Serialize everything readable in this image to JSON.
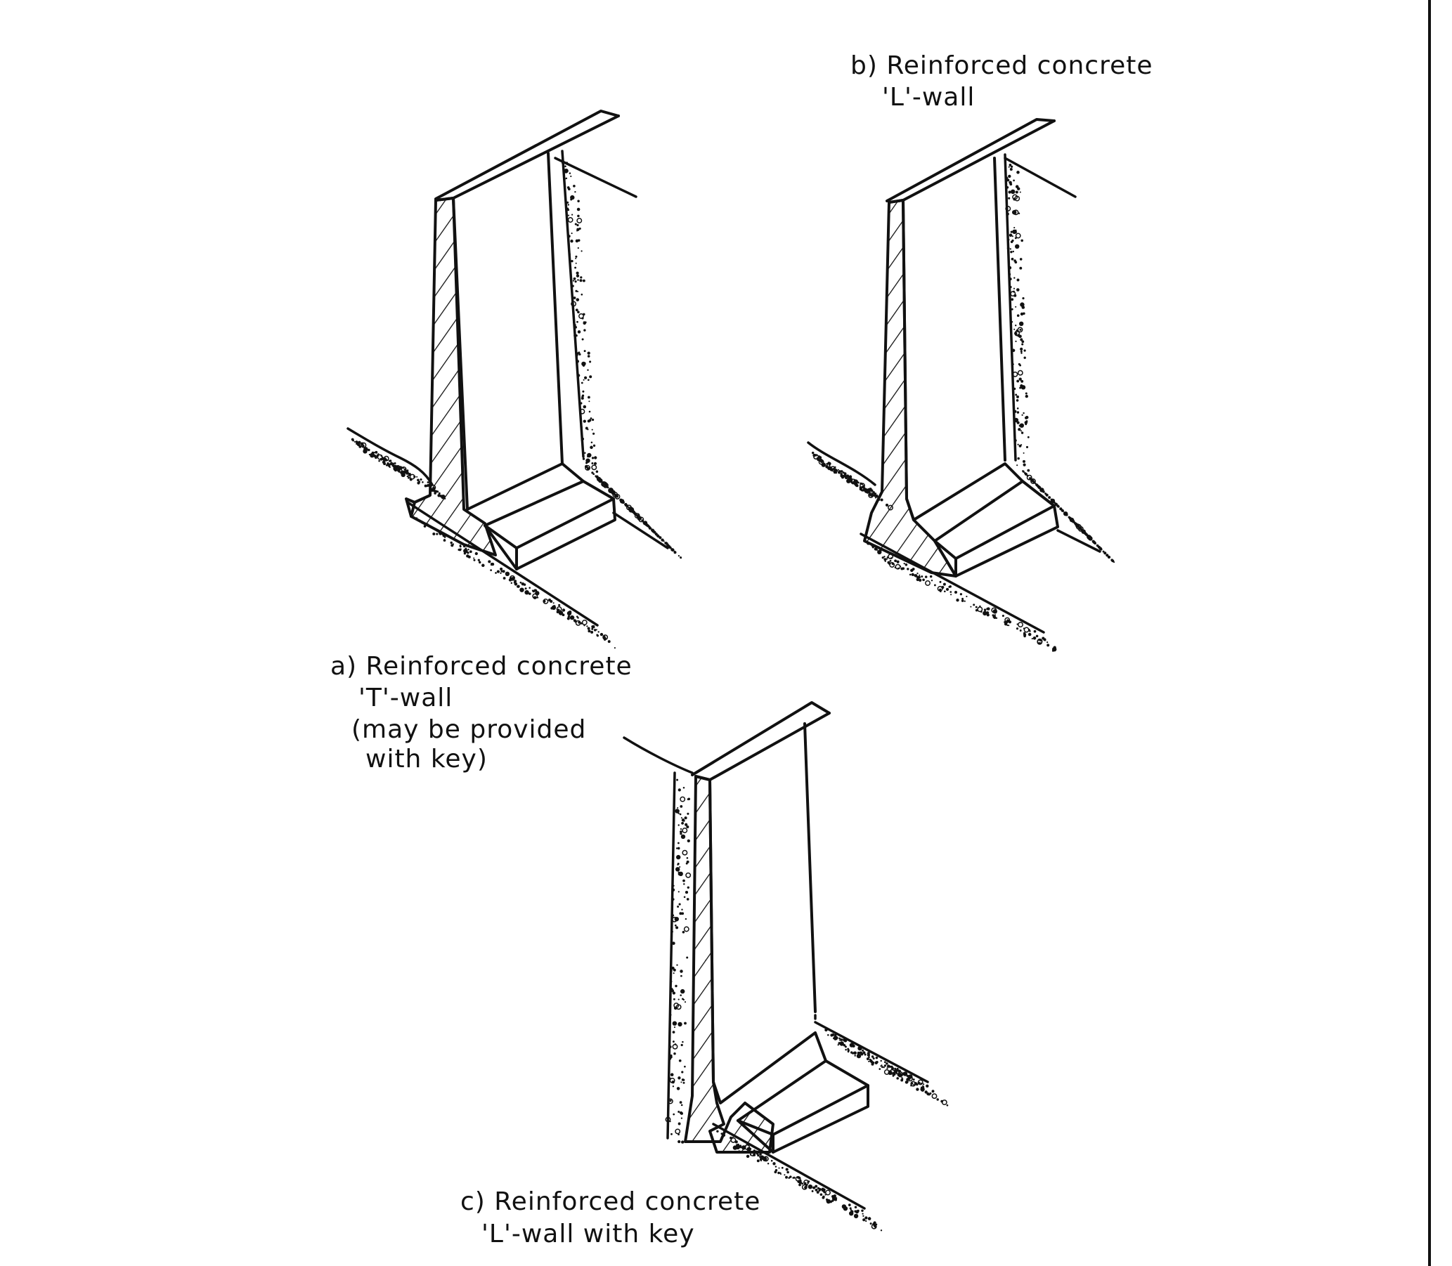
{
  "figure": {
    "panels": [
      {
        "id": "a",
        "caption_lines": [
          "a) Reinforced  concrete",
          "'T'-wall",
          "(may  be  provided",
          "with key)"
        ]
      },
      {
        "id": "b",
        "caption_lines": [
          "b) Reinforced  concrete",
          "'L'-wall"
        ]
      },
      {
        "id": "c",
        "caption_lines": [
          "c) Reinforced  concrete",
          "'L'-wall  with key"
        ]
      }
    ]
  },
  "colors": {
    "ink": "#111111",
    "background": "#ffffff"
  }
}
